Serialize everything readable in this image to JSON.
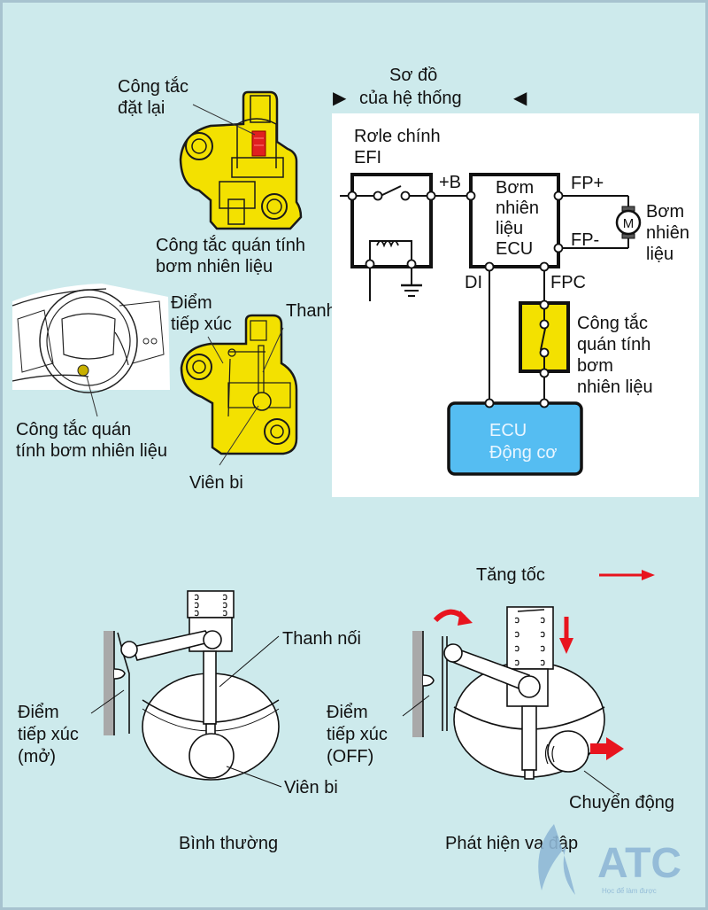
{
  "colors": {
    "background": "#cdeaec",
    "frame": "#a7c3cf",
    "switch_yellow": "#f3e100",
    "reset_red": "#e02020",
    "ecu_blue": "#55bdf2",
    "arrow_red": "#e8141e",
    "logo_blue": "#8fb8d6"
  },
  "top_left": {
    "reset_switch_label": [
      "Công tắc",
      "đặt lại"
    ],
    "inertia_switch_label": [
      "Công tắc quán tính",
      "bơm nhiên liệu"
    ],
    "contact_label": [
      "Điểm",
      "tiếp xúc"
    ],
    "rod_label": "Thanh nối",
    "location_label": [
      "Công tắc quán",
      "tính bơm nhiên liệu"
    ],
    "ball_label": "Viên bi"
  },
  "system_diagram": {
    "title": [
      "Sơ đồ",
      "của hệ thống"
    ],
    "relay_label": [
      "Rơle chính",
      "EFI"
    ],
    "plus_b": "+B",
    "pump_ecu_label": [
      "Bơm",
      "nhiên",
      "liệu",
      "ECU"
    ],
    "fp_plus": "FP+",
    "fp_minus": "FP-",
    "motor_symbol": "M",
    "pump_label": [
      "Bơm",
      "nhiên",
      "liệu"
    ],
    "di": "DI",
    "fpc": "FPC",
    "inertia_switch_label": [
      "Công tắc",
      "quán tính",
      "bơm",
      "nhiên liệu"
    ],
    "engine_ecu_label": [
      "ECU",
      "Động cơ"
    ]
  },
  "bottom": {
    "acceleration_label": "Tăng tốc",
    "normal": {
      "rod_label": "Thanh nối",
      "contact_label": [
        "Điểm",
        "tiếp xúc",
        "(mở)"
      ],
      "ball_label": "Viên bi",
      "caption": "Bình thường"
    },
    "impact": {
      "contact_label": [
        "Điểm",
        "tiếp xúc",
        "(OFF)"
      ],
      "movement_label": "Chuyển động",
      "caption": "Phát hiện va đập"
    }
  },
  "logo": {
    "text": "ATC",
    "tagline": "Học để làm được"
  }
}
